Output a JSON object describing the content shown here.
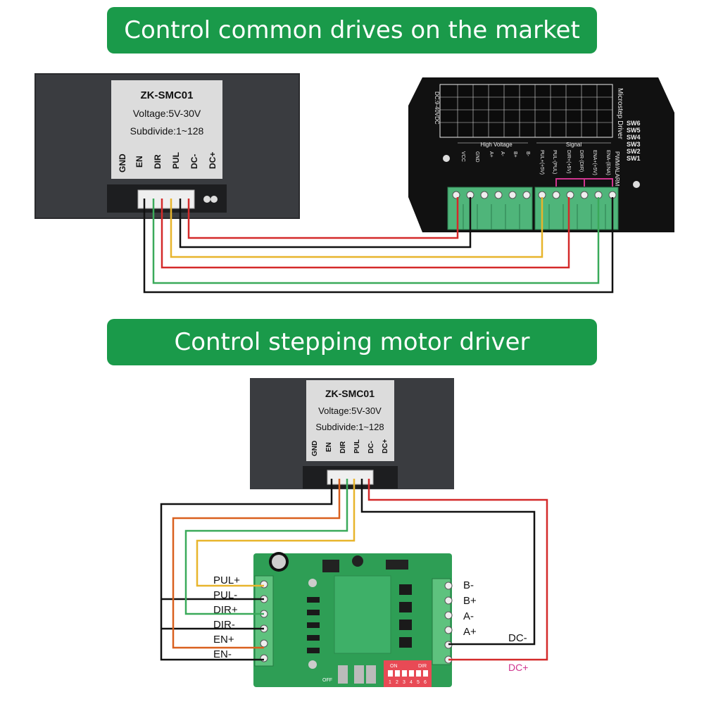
{
  "banners": {
    "top": "Control common drives on the market",
    "bottom": "Control stepping motor driver"
  },
  "controller": {
    "model": "ZK-SMC01",
    "voltage": "Voltage:5V-30V",
    "subdivide": "Subdivide:1~128",
    "pins": [
      "GND",
      "EN",
      "DIR",
      "PUL",
      "DC-",
      "DC+"
    ]
  },
  "microstep_driver": {
    "title": "Microstep Driver",
    "switch_labels": [
      "SW6",
      "SW5",
      "SW4",
      "SW3",
      "SW2",
      "SW1"
    ],
    "signal_header": "Signal",
    "high_voltage_header": "High Voltage",
    "terminal_labels": [
      "VCC",
      "GND",
      "A+",
      "A-",
      "B+",
      "B-",
      "PUL+(+5V)",
      "PUL-(PUL)",
      "DIR+(+5V)",
      "DIR-(DIR)",
      "ENA+(+5V)",
      "ENA-(ENA)"
    ],
    "side_label": "DC:9-40VDC",
    "pwm_label": "PWM/ALARM"
  },
  "small_driver": {
    "left_labels": [
      "PUL+",
      "PUL-",
      "DIR+",
      "DIR-",
      "EN+",
      "EN-"
    ],
    "right_labels": [
      "B-",
      "B+",
      "A-",
      "A+"
    ],
    "dc_minus": "DC-",
    "dc_plus": "DC+",
    "dip_on": "ON",
    "dip_dir": "DIR",
    "dip_numbers": [
      "1",
      "2",
      "3",
      "4",
      "5",
      "6"
    ],
    "off_label": "OFF"
  },
  "colors": {
    "banner_green": "#1a9a4a",
    "wire_red": "#d42a2a",
    "wire_yellow": "#e8b52c",
    "wire_green": "#3aaa5a",
    "wire_orange": "#d9601e",
    "wire_black": "#111111",
    "dc_plus_magenta": "#d0358f"
  }
}
